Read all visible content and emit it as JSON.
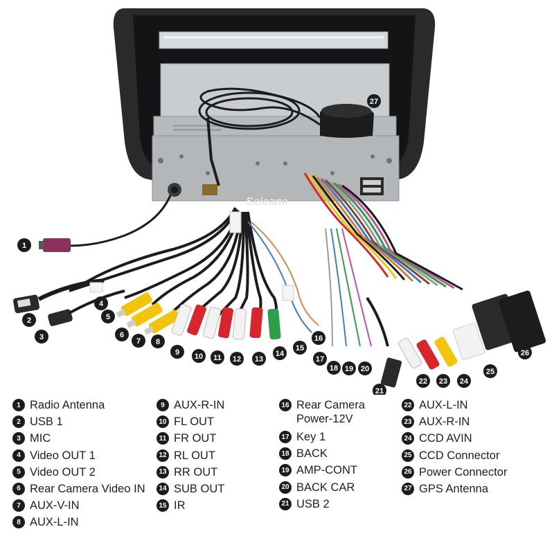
{
  "brand": "Seicane",
  "legend": {
    "col1": [
      {
        "n": "1",
        "label": "Radio Antenna"
      },
      {
        "n": "2",
        "label": "USB 1"
      },
      {
        "n": "3",
        "label": "MIC"
      },
      {
        "n": "4",
        "label": "Video OUT 1"
      },
      {
        "n": "5",
        "label": "Video OUT 2"
      },
      {
        "n": "6",
        "label": "Rear Camera Video IN"
      },
      {
        "n": "7",
        "label": "AUX-V-IN"
      },
      {
        "n": "8",
        "label": "AUX-L-IN"
      }
    ],
    "col2": [
      {
        "n": "9",
        "label": "AUX-R-IN"
      },
      {
        "n": "10",
        "label": "FL OUT"
      },
      {
        "n": "11",
        "label": "FR OUT"
      },
      {
        "n": "12",
        "label": "RL OUT"
      },
      {
        "n": "13",
        "label": "RR OUT"
      },
      {
        "n": "14",
        "label": "SUB OUT"
      },
      {
        "n": "15",
        "label": "IR"
      }
    ],
    "col3": [
      {
        "n": "16",
        "label": "Rear Camera Power-12V"
      },
      {
        "n": "17",
        "label": "Key 1"
      },
      {
        "n": "18",
        "label": "BACK"
      },
      {
        "n": "19",
        "label": "AMP-CONT"
      },
      {
        "n": "20",
        "label": "BACK CAR"
      },
      {
        "n": "21",
        "label": "USB 2"
      }
    ],
    "col4": [
      {
        "n": "22",
        "label": "AUX-L-IN"
      },
      {
        "n": "23",
        "label": "AUX-R-IN"
      },
      {
        "n": "24",
        "label": "CCD AVIN"
      },
      {
        "n": "25",
        "label": "CCD Connector"
      },
      {
        "n": "26",
        "label": "Power Connector"
      },
      {
        "n": "27",
        "label": "GPS Antenna"
      }
    ]
  },
  "callouts": [
    "1",
    "2",
    "3",
    "4",
    "5",
    "6",
    "7",
    "8",
    "9",
    "10",
    "11",
    "12",
    "13",
    "14",
    "15",
    "16",
    "17",
    "18",
    "19",
    "20",
    "21",
    "22",
    "23",
    "24",
    "25",
    "26",
    "27"
  ],
  "colors": {
    "yellow": "#f2c40c",
    "red": "#d8262c",
    "white": "#f2f2f2",
    "green": "#2e9e4a",
    "black": "#1c1c1c",
    "metal": "#bfc3c6",
    "frame": "#2a2a2c"
  }
}
